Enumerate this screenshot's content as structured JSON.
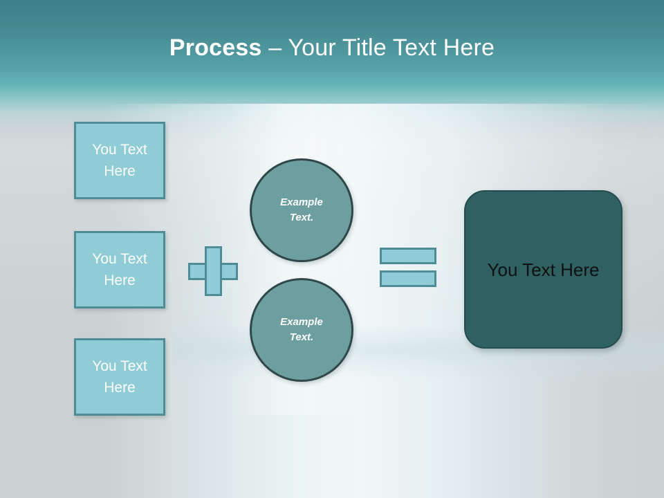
{
  "slide": {
    "title": {
      "strong": "Process",
      "light": " – Your Title Text Here"
    }
  },
  "inputs": {
    "items": [
      {
        "label": "You Text Here"
      },
      {
        "label": "You Text Here"
      },
      {
        "label": "You Text Here"
      }
    ]
  },
  "operators": {
    "plus": "+",
    "equals": "="
  },
  "circles": {
    "items": [
      {
        "line1": "Example",
        "line2": "Text."
      },
      {
        "line1": "Example",
        "line2": "Text."
      }
    ]
  },
  "result": {
    "label": "You Text Here"
  },
  "colors": {
    "header_teal": "#3c8088",
    "header_teal_light": "#62b2b6",
    "background": "#cbd1d3",
    "box_fill": "#8fccd6",
    "box_border": "#4f8d96",
    "circle_fill": "#6d9ea0",
    "circle_border": "#2f4749",
    "result_fill": "#2f6062",
    "result_border": "#254c4e",
    "title_text": "#ffffff",
    "box_text": "#ffffff",
    "result_text": "#101010"
  }
}
